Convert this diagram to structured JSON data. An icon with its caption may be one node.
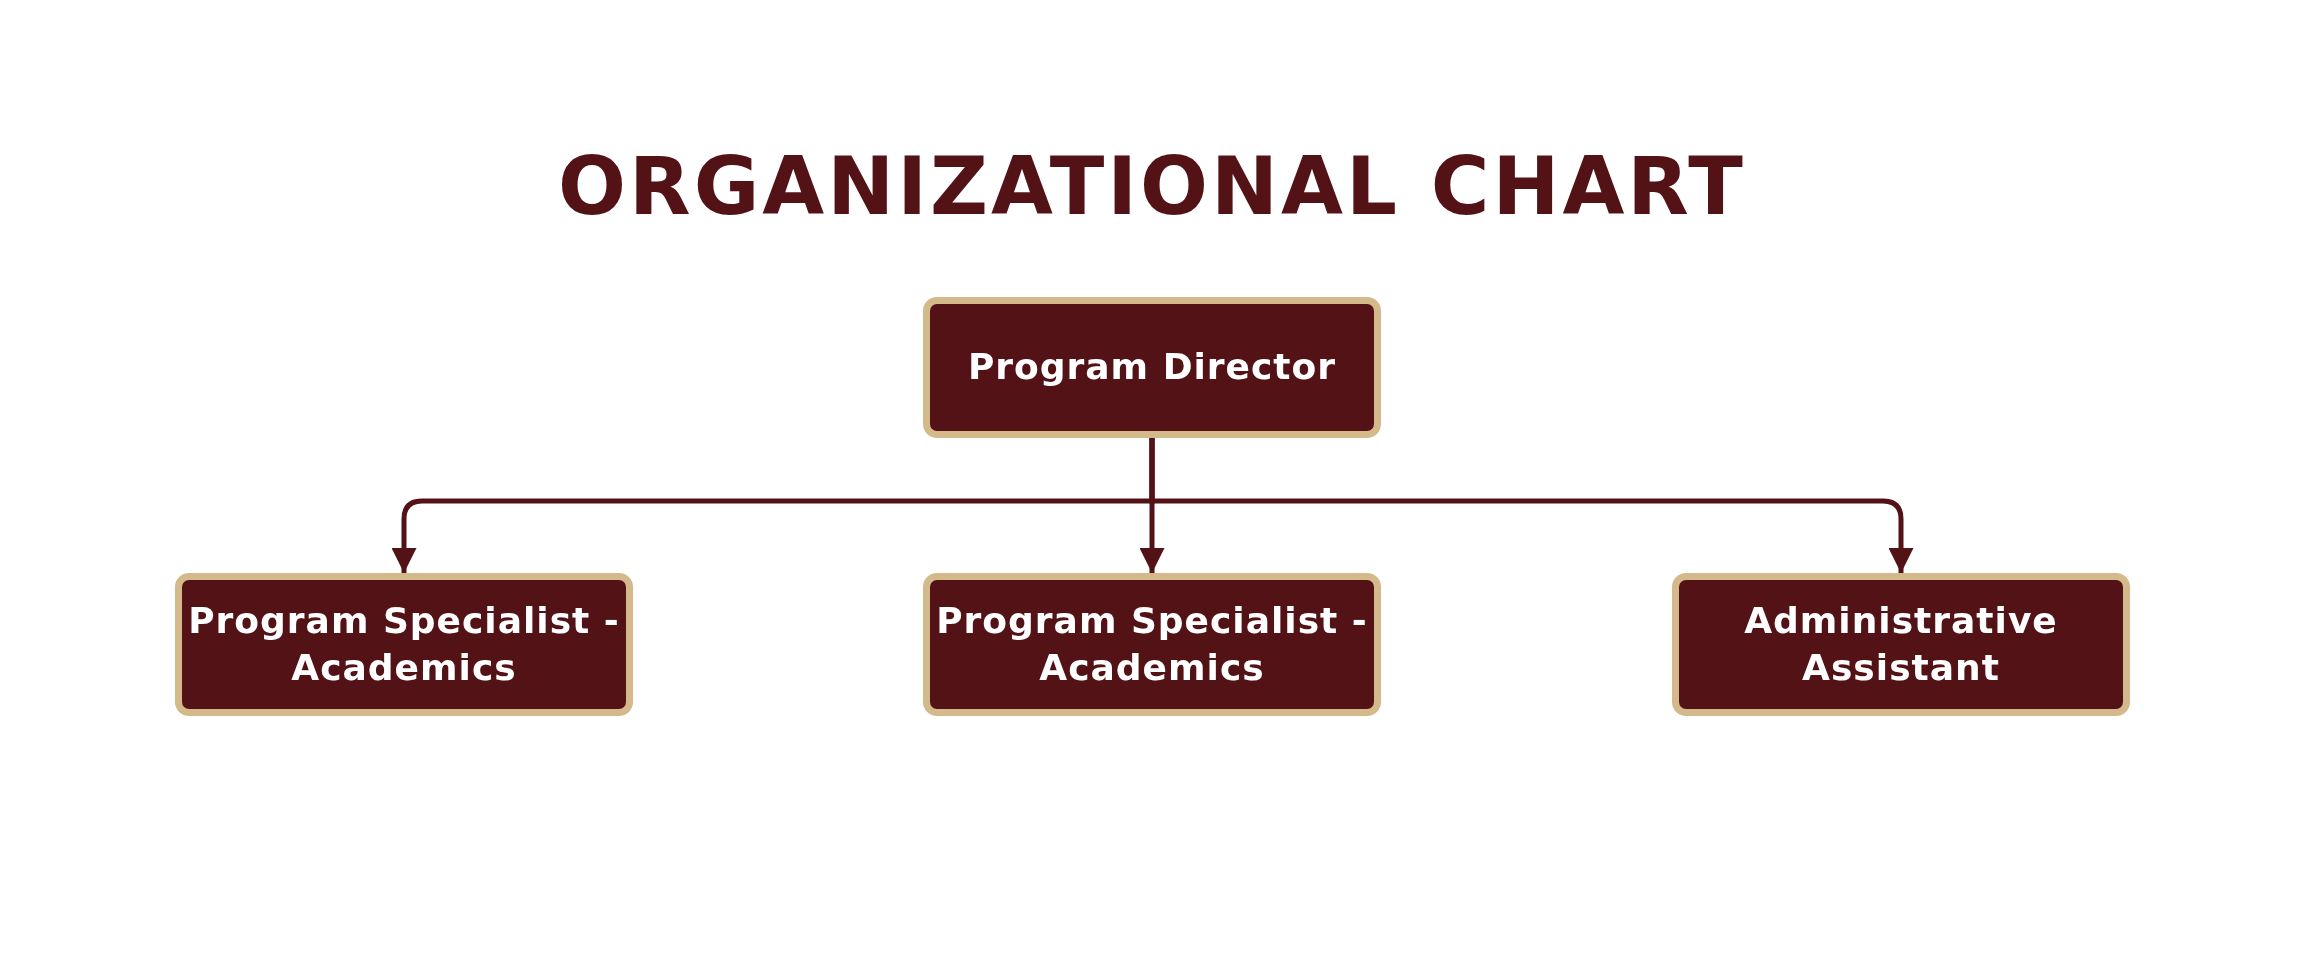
{
  "diagram": {
    "title": "ORGANIZATIONAL CHART",
    "nodes": [
      {
        "text": [
          "Program Director"
        ]
      },
      {
        "text": [
          "Program Specialist - Academics"
        ]
      },
      {
        "text": [
          "Program Specialist - Academics"
        ]
      },
      {
        "text": [
          "Administrative Assistant"
        ]
      }
    ],
    "edges": [
      {
        "from": 0,
        "to": 1,
        "arrow": "to"
      },
      {
        "from": 0,
        "to": 2,
        "arrow": "to"
      },
      {
        "from": 0,
        "to": 3,
        "arrow": "to"
      }
    ]
  }
}
